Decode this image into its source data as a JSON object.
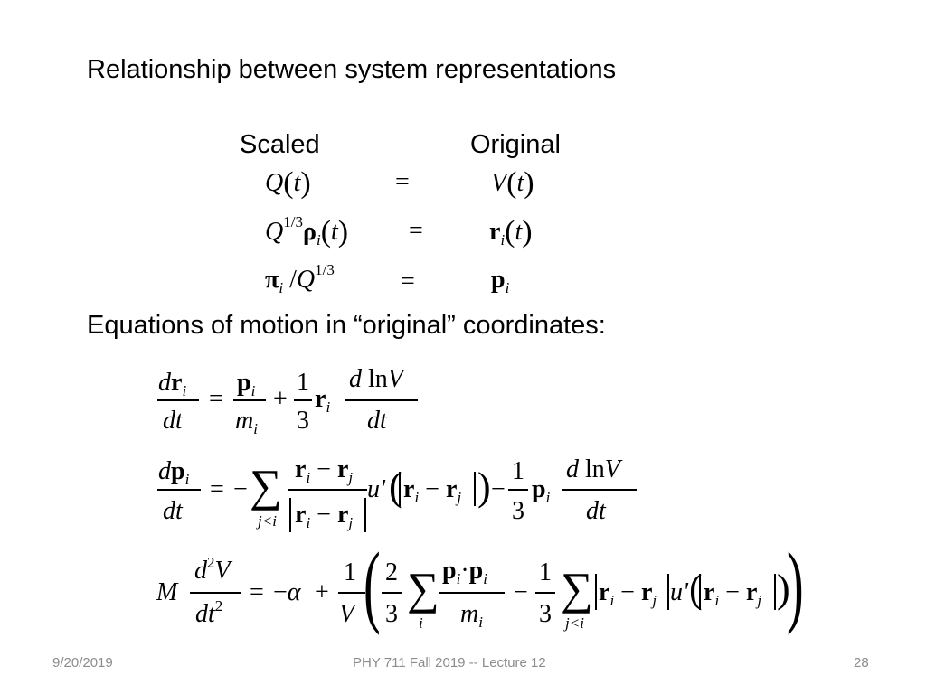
{
  "slide": {
    "title": "Relationship between system representations",
    "subtitle": "Equations of motion in “original” coordinates:",
    "col_scaled": "Scaled",
    "col_original": "Original"
  },
  "footer": {
    "date": "9/20/2019",
    "course": "PHY 711  Fall 2019 -- Lecture 12",
    "page": "28"
  },
  "sym": {
    "Q": "Q",
    "V": "V",
    "t": "t",
    "d": "d",
    "dt": "dt",
    "M": "M",
    "m": "m",
    "eq": "=",
    "minus": "−",
    "plus": "+",
    "slash": "/",
    "one": "1",
    "two": "2",
    "three": "3",
    "third": "1/3",
    "r": "r",
    "p": "p",
    "rho": "ρ",
    "pi": "π",
    "alpha": "α",
    "i": "i",
    "j": "j",
    "jlti": "j<i",
    "u_prime": "u'",
    "ln": "ln",
    "sum": "∑",
    "lparen": "(",
    "rparen": ")",
    "dot": "·",
    "sq": "2"
  }
}
